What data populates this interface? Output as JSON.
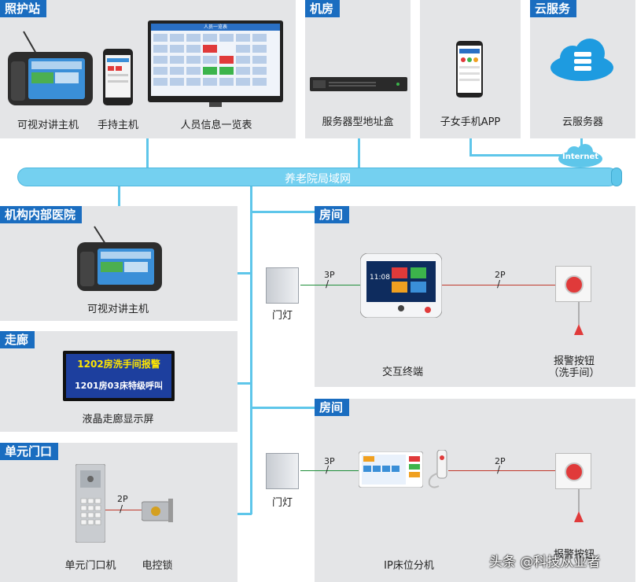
{
  "panels": {
    "nurse_station": {
      "tag": "照护站",
      "labels": [
        "可视对讲主机",
        "手持主机",
        "人员信息一览表"
      ],
      "screen_title": "人员一览表"
    },
    "server_room": {
      "tag": "机房",
      "label": "服务器型地址盒"
    },
    "family_app": {
      "label": "子女手机APP"
    },
    "cloud": {
      "tag": "云服务",
      "label": "云服务器"
    },
    "clinic": {
      "tag": "机构内部医院",
      "label": "可视对讲主机"
    },
    "corridor": {
      "tag": "走廊",
      "line1": "1202房洗手间报警",
      "line2": "1201房03床特级呼叫",
      "label": "液晶走廊显示屏"
    },
    "entrance": {
      "tag": "单元门口",
      "labels": [
        "单元门口机",
        "电控锁"
      ],
      "wire": "2P"
    },
    "room1": {
      "tag": "房间",
      "door_light": "门灯",
      "terminal": "交互终端",
      "button_line1": "报警按钮",
      "button_line2": "（洗手间）",
      "wire_left": "3P",
      "wire_right": "2P",
      "clock": "11:08"
    },
    "room2": {
      "tag": "房间",
      "door_light": "门灯",
      "terminal": "IP床位分机",
      "button_line1": "报警按钮",
      "wire_left": "3P",
      "wire_right": "2P"
    }
  },
  "network": {
    "lan": "养老院局域网",
    "internet": "Internet"
  },
  "watermark": "头条 @科技从业者",
  "colors": {
    "tag_bg": "#1a6dc0",
    "lan": "#5ec6ea",
    "panel": "#e4e5e7",
    "alarm_red": "#e03a3a"
  }
}
